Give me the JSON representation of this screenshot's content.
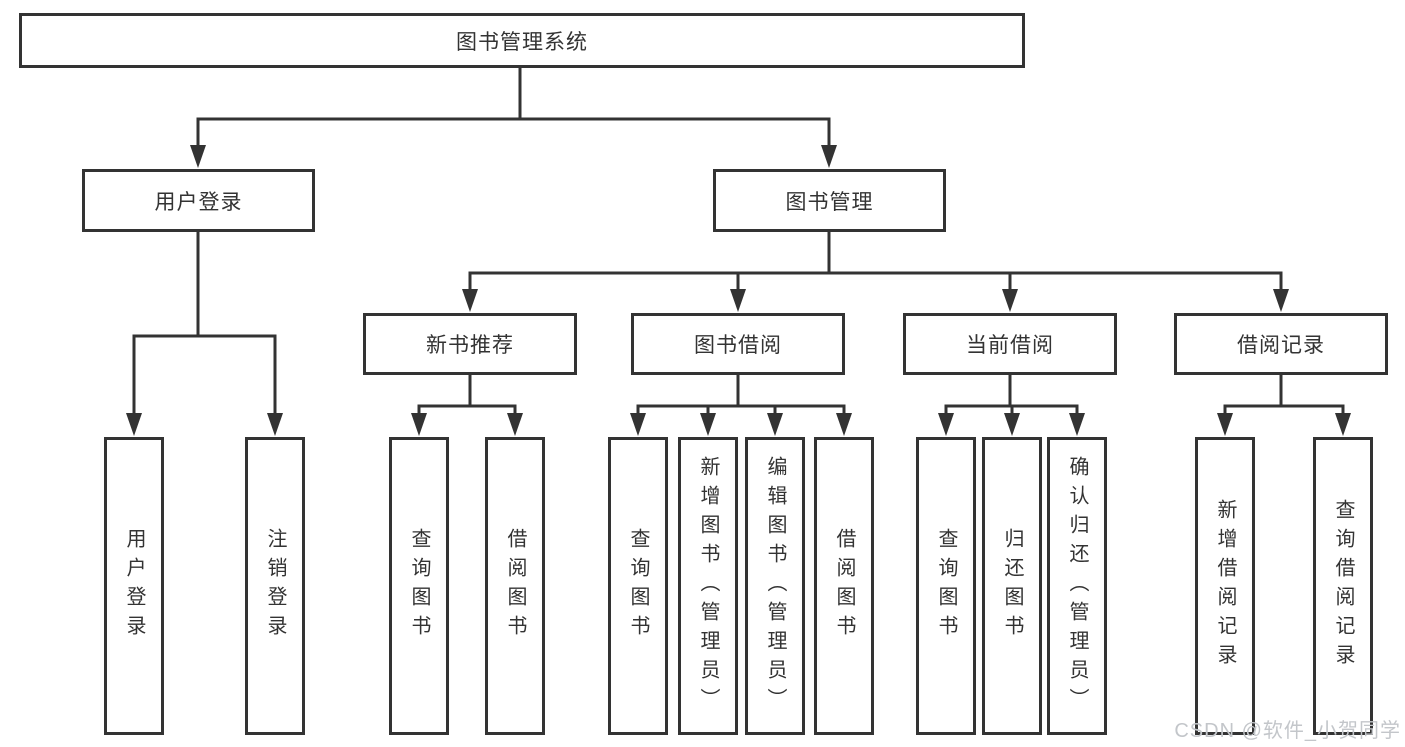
{
  "tree": {
    "label": "图书管理系统",
    "children": [
      {
        "label": "用户登录",
        "children": [
          {
            "label": "用户登录"
          },
          {
            "label": "注销登录"
          }
        ]
      },
      {
        "label": "图书管理",
        "children": [
          {
            "label": "新书推荐",
            "children": [
              {
                "label": "查询图书"
              },
              {
                "label": "借阅图书"
              }
            ]
          },
          {
            "label": "图书借阅",
            "children": [
              {
                "label": "查询图书"
              },
              {
                "label": "新增图书（管理员）"
              },
              {
                "label": "编辑图书（管理员）"
              },
              {
                "label": "借阅图书"
              }
            ]
          },
          {
            "label": "当前借阅",
            "children": [
              {
                "label": "查询图书"
              },
              {
                "label": "归还图书"
              },
              {
                "label": "确认归还（管理员）"
              }
            ]
          },
          {
            "label": "借阅记录",
            "children": [
              {
                "label": "新增借阅记录"
              },
              {
                "label": "查询借阅记录"
              }
            ]
          }
        ]
      }
    ]
  },
  "watermark": {
    "text": "CSDN @软件_小贺同学",
    "color": "#c3c6ca"
  },
  "colors": {
    "line": "#333333",
    "text": "#333333",
    "box_border": "#333333",
    "background": "#ffffff"
  }
}
